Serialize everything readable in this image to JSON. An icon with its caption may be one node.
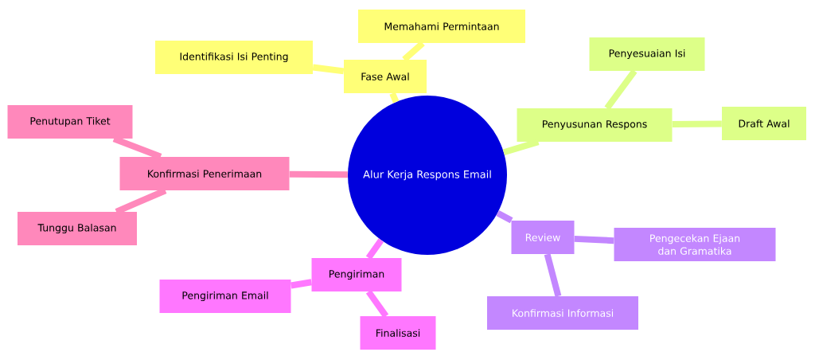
{
  "diagram": {
    "nodes": [
      {
        "text": [
          "Alur Kerja Respons Email"
        ]
      },
      {
        "text": [
          "Fase Awal"
        ]
      },
      {
        "text": [
          "Memahami Permintaan"
        ]
      },
      {
        "text": [
          "Identifikasi Isi Penting"
        ]
      },
      {
        "text": [
          "Penyusunan Respons"
        ]
      },
      {
        "text": [
          "Penyesuaian Isi"
        ]
      },
      {
        "text": [
          "Draft Awal"
        ]
      },
      {
        "text": [
          "Review"
        ]
      },
      {
        "text": [
          "Pengecekan Ejaan dan Gramatika"
        ]
      },
      {
        "text": [
          "Konfirmasi Informasi"
        ]
      },
      {
        "text": [
          "Pengiriman"
        ]
      },
      {
        "text": [
          "Pengiriman Email"
        ]
      },
      {
        "text": [
          "Finalisasi"
        ]
      },
      {
        "text": [
          "Konfirmasi Penerimaan"
        ]
      },
      {
        "text": [
          "Penutupan Tiket"
        ]
      },
      {
        "text": [
          "Tunggu Balasan"
        ]
      }
    ],
    "edges": [
      {
        "from": 0,
        "to": 1,
        "arrow": "none",
        "color": "#ffff77"
      },
      {
        "from": 1,
        "to": 2,
        "arrow": "none",
        "color": "#ffff77"
      },
      {
        "from": 1,
        "to": 3,
        "arrow": "none",
        "color": "#ffff77"
      },
      {
        "from": 0,
        "to": 4,
        "arrow": "none",
        "color": "#ddff88"
      },
      {
        "from": 4,
        "to": 5,
        "arrow": "none",
        "color": "#ddff88"
      },
      {
        "from": 4,
        "to": 6,
        "arrow": "none",
        "color": "#ddff88"
      },
      {
        "from": 0,
        "to": 7,
        "arrow": "none",
        "color": "#c387ff"
      },
      {
        "from": 7,
        "to": 8,
        "arrow": "none",
        "color": "#c387ff"
      },
      {
        "from": 7,
        "to": 9,
        "arrow": "none",
        "color": "#c387ff"
      },
      {
        "from": 0,
        "to": 10,
        "arrow": "none",
        "color": "#ff77ff"
      },
      {
        "from": 10,
        "to": 11,
        "arrow": "none",
        "color": "#ff77ff"
      },
      {
        "from": 10,
        "to": 12,
        "arrow": "none",
        "color": "#ff77ff"
      },
      {
        "from": 0,
        "to": 13,
        "arrow": "none",
        "color": "#ff88bb"
      },
      {
        "from": 13,
        "to": 14,
        "arrow": "none",
        "color": "#ff88bb"
      },
      {
        "from": 13,
        "to": 15,
        "arrow": "none",
        "color": "#ff88bb"
      }
    ]
  }
}
